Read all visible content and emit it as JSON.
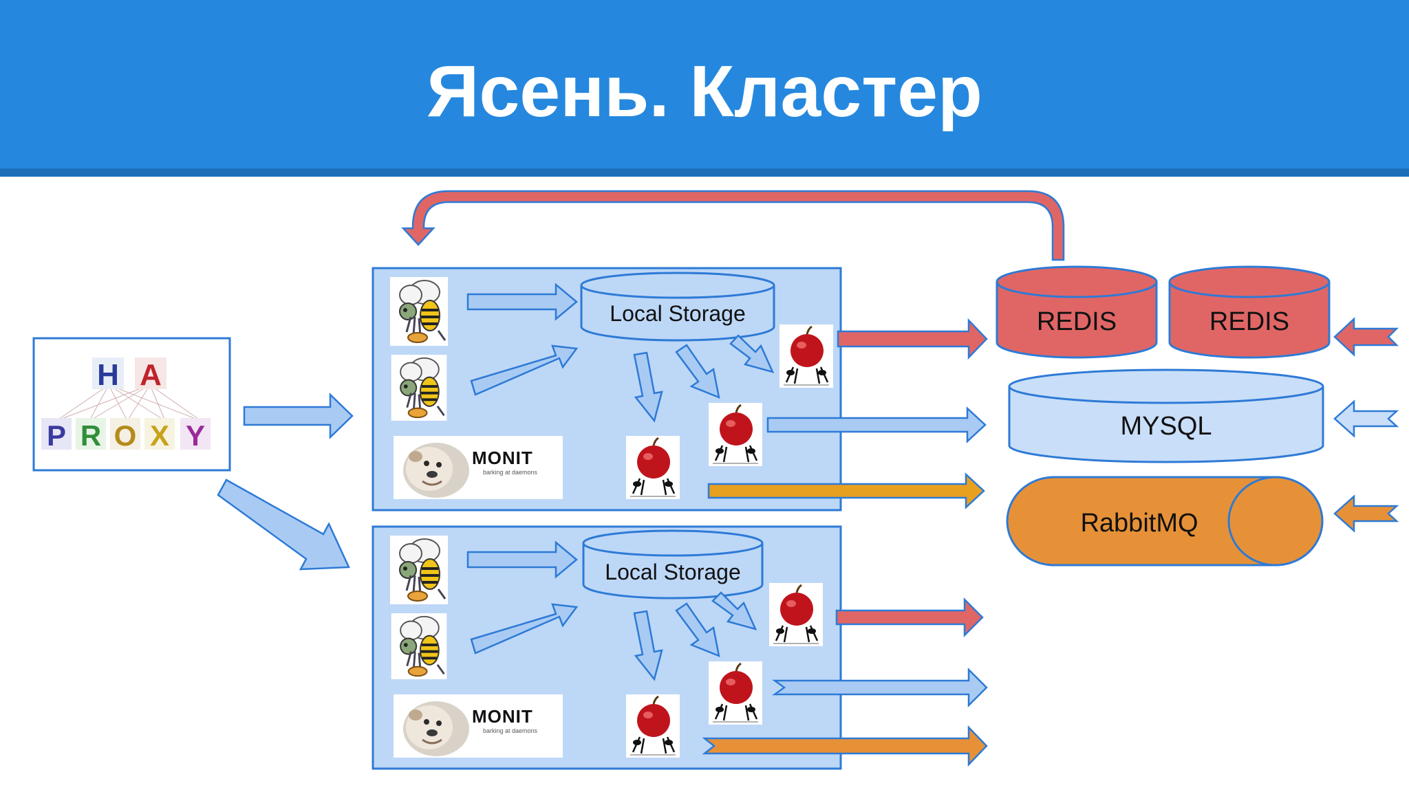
{
  "slide": {
    "title": "Ясень. Кластер"
  },
  "haproxy": {
    "top_row": [
      "H",
      "A"
    ],
    "bottom_row": [
      "P",
      "R",
      "O",
      "X",
      "Y"
    ]
  },
  "nodes": [
    {
      "storage_label": "Local Storage",
      "monit_brand": "MONIT",
      "monit_tagline": "barking at daemons"
    },
    {
      "storage_label": "Local Storage",
      "monit_brand": "MONIT",
      "monit_tagline": "barking at daemons"
    }
  ],
  "services": {
    "redis_1": "REDIS",
    "redis_2": "REDIS",
    "mysql": "MYSQL",
    "rabbitmq": "RabbitMQ"
  },
  "colors": {
    "header": "#2588de",
    "node_fill": "#bdd7f7",
    "outline": "#2d7ad6",
    "redis": "#e06666",
    "mysql": "#c9def8",
    "rabbitmq": "#e69138",
    "arrow_blue": "#a9cbf3",
    "arrow_red": "#e06666",
    "arrow_orange": "#e8a020"
  },
  "icons": {
    "worker": "bee-icon",
    "consumer": "ant-apple-icon",
    "monitor": "bulldog-icon"
  }
}
